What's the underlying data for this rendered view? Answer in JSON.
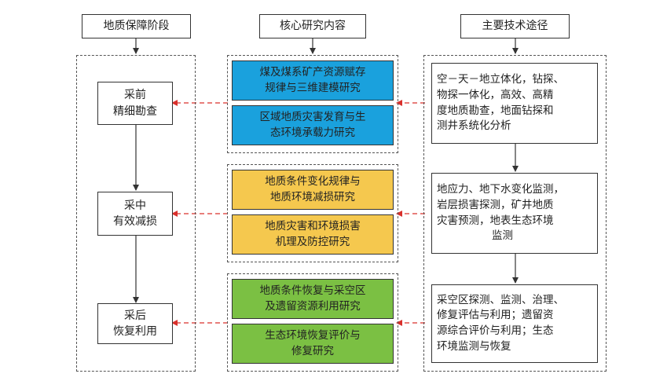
{
  "headers": {
    "stage": "地质保障阶段",
    "content": "核心研究内容",
    "tech": "主要技术途径"
  },
  "stages": [
    {
      "line1": "采前",
      "line2": "精细勘查"
    },
    {
      "line1": "采中",
      "line2": "有效减损"
    },
    {
      "line1": "采后",
      "line2": "恢复利用"
    }
  ],
  "research": [
    {
      "a1": "煤及煤系矿产资源赋存",
      "a2": "规律与三维建模研究",
      "b1": "区域地质灾害发育与生",
      "b2": "态环境承载力研究",
      "color": "#1aa1dd"
    },
    {
      "a1": "地质条件变化规律与",
      "a2": "地质环境减损研究",
      "b1": "地质灾害和环境损害",
      "b2": "机理及防控研究",
      "color": "#f5c84e"
    },
    {
      "a1": "地质条件恢复与采空区",
      "a2": "及遗留资源利用研究",
      "b1": "生态环境恢复评价与",
      "b2": "修复研究",
      "color": "#7bc043"
    }
  ],
  "tech": [
    {
      "l1": "空－天－地立体化，钻探、",
      "l2": "物探一体化，高效、高精",
      "l3": "度地质勘查，地面钻探和",
      "l4": "测井系统化分析"
    },
    {
      "l1": "地应力、地下水变化监测，",
      "l2": "岩层损害探测，矿井地质",
      "l3": "灾害预测，地表生态环境",
      "l4": "监测"
    },
    {
      "l1": "采空区探测、监测、治理、",
      "l2": "修复评估与利用；遗留资",
      "l3": "源综合评价与利用；生态",
      "l4": "环境监测与恢复"
    }
  ],
  "colors": {
    "line": "#333333",
    "arrow_red": "#d9302c"
  }
}
